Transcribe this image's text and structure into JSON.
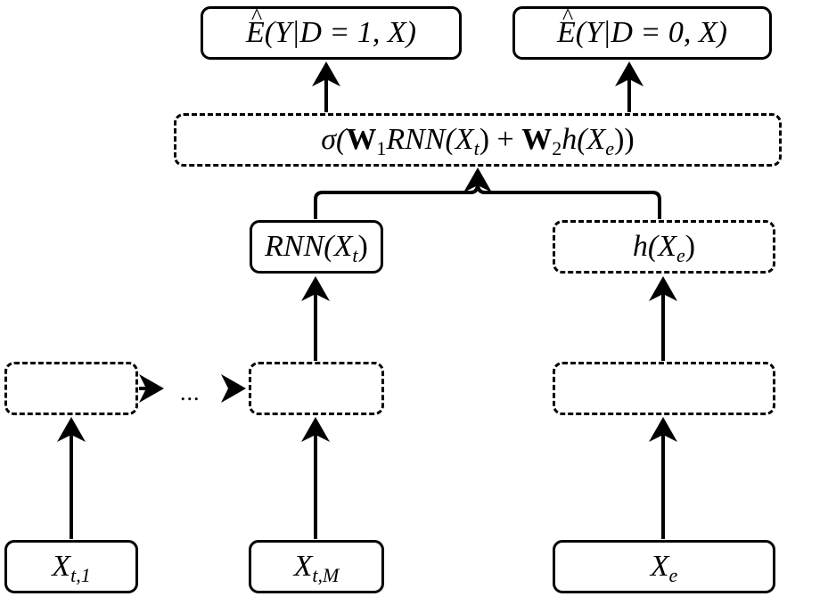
{
  "nodes": {
    "output_d1": {
      "pre": "E",
      "rest": "(Y|D = 1, X)"
    },
    "output_d0": {
      "pre": "E",
      "rest": "(Y|D = 0, X)"
    },
    "combine": {
      "sigma": "σ(",
      "w1": "W",
      "w1_sub": "1",
      "rnn": "RNN",
      "xt_open": "(X",
      "xt_sub": "t",
      "plus": ") + ",
      "w2": "W",
      "w2_sub": "2",
      "h": "h",
      "xe_open": "(X",
      "xe_sub": "e",
      "close": "))"
    },
    "rnn_out": {
      "main": "RNN(X",
      "sub": "t",
      "close": ")"
    },
    "h_out": {
      "main": "h(X",
      "sub": "e",
      "close": ")"
    },
    "input_t1": {
      "main": "X",
      "sub": "t,1"
    },
    "input_tm": {
      "main": "X",
      "sub": "t,M"
    },
    "input_e": {
      "main": "X",
      "sub": "e"
    }
  },
  "ellipsis": "..."
}
